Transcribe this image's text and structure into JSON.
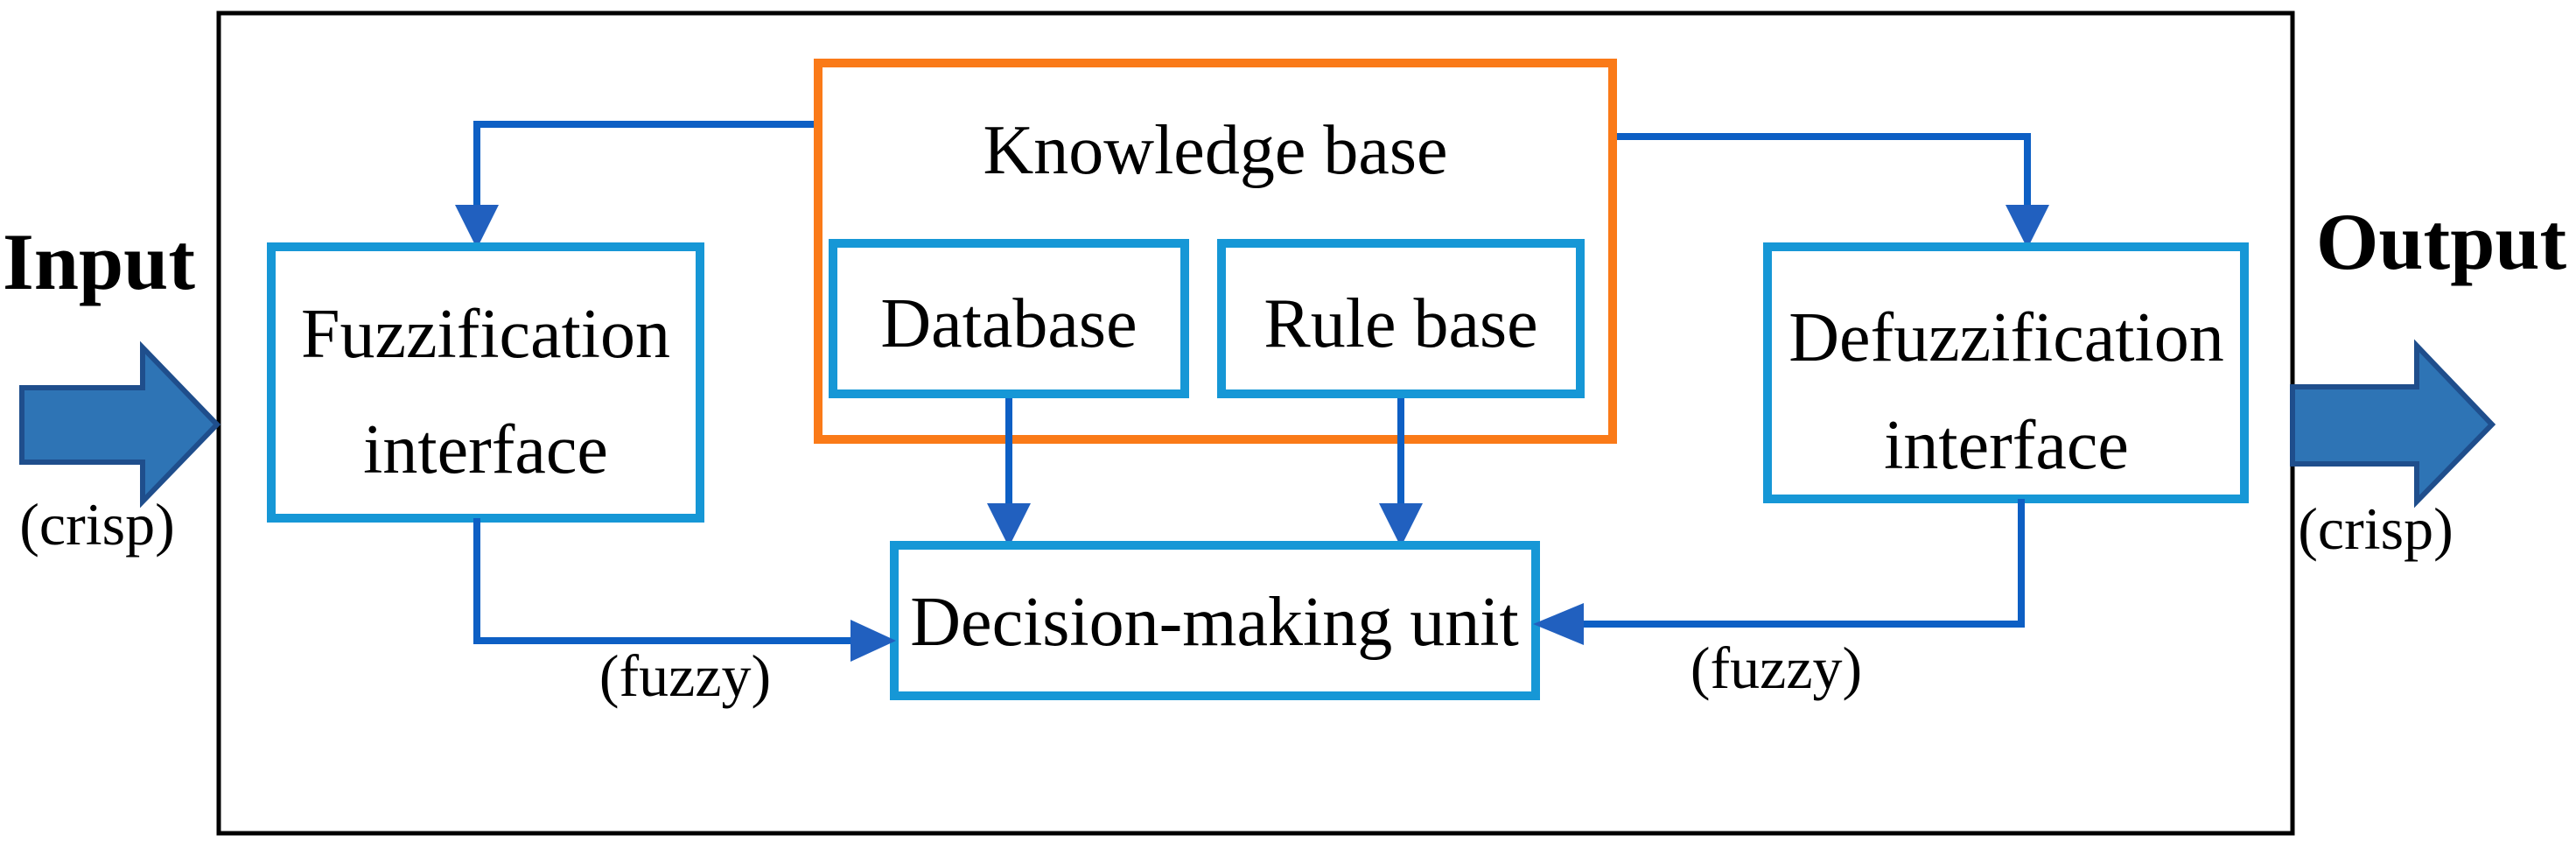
{
  "diagram": {
    "title_implicit": "Fuzzy inference system block diagram",
    "input_label": "Input",
    "output_label": "Output",
    "crisp_left": "(crisp)",
    "crisp_right": "(crisp)",
    "fuzzy_left": "(fuzzy)",
    "fuzzy_right": "(fuzzy)",
    "knowledge_base": "Knowledge base",
    "database": "Database",
    "rule_base": "Rule base",
    "fuzzification_line1": "Fuzzification",
    "fuzzification_line2": "interface",
    "defuzzification_line1": "Defuzzification",
    "defuzzification_line2": "interface",
    "decision_unit": "Decision-making unit"
  },
  "colors": {
    "box_border": "#1697d6",
    "knowledge_border": "#fa7a18",
    "connector": "#0d5fc4",
    "connector_head": "#2160bf",
    "big_arrow_fill": "#2e74b5",
    "big_arrow_stroke": "#1f4e8c",
    "outer_border": "#000000",
    "box_fill": "#ffffff",
    "text": "#000000"
  }
}
